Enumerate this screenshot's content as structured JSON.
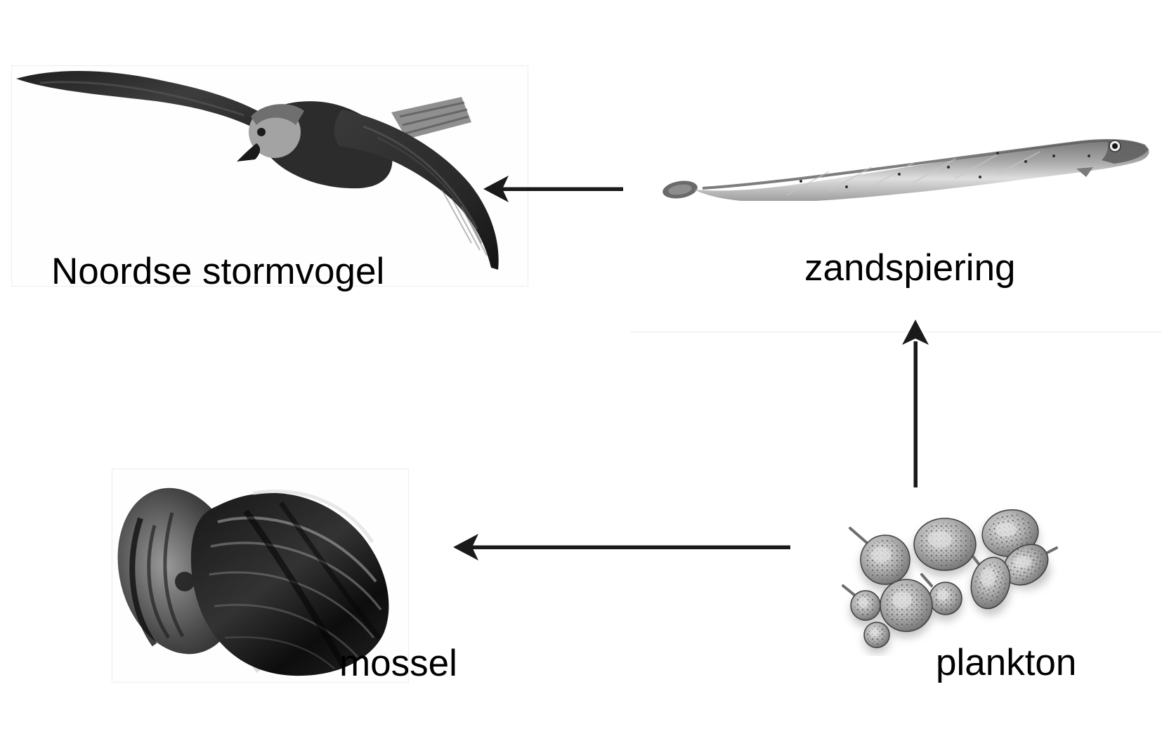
{
  "diagram": {
    "type": "food-chain",
    "language": "nl",
    "background_color": "#ffffff",
    "arrow_color": "#1a1a1a",
    "label_color": "#000000",
    "nodes": [
      {
        "id": "noordse-stormvogel",
        "label": "Noordse stormvogel",
        "image": "northern-fulmar-flying-grayscale-photo"
      },
      {
        "id": "zandspiering",
        "label": "zandspiering",
        "image": "sand-eel-fish-grayscale-photo"
      },
      {
        "id": "mossel",
        "label": "mossel",
        "image": "mussel-shell-grayscale-photo"
      },
      {
        "id": "plankton",
        "label": "plankton",
        "image": "plankton-cells-grayscale-photo"
      }
    ],
    "edges": [
      {
        "from": "zandspiering",
        "to": "noordse-stormvogel",
        "direction": "left"
      },
      {
        "from": "plankton",
        "to": "zandspiering",
        "direction": "up"
      },
      {
        "from": "plankton",
        "to": "mossel",
        "direction": "left"
      }
    ]
  }
}
